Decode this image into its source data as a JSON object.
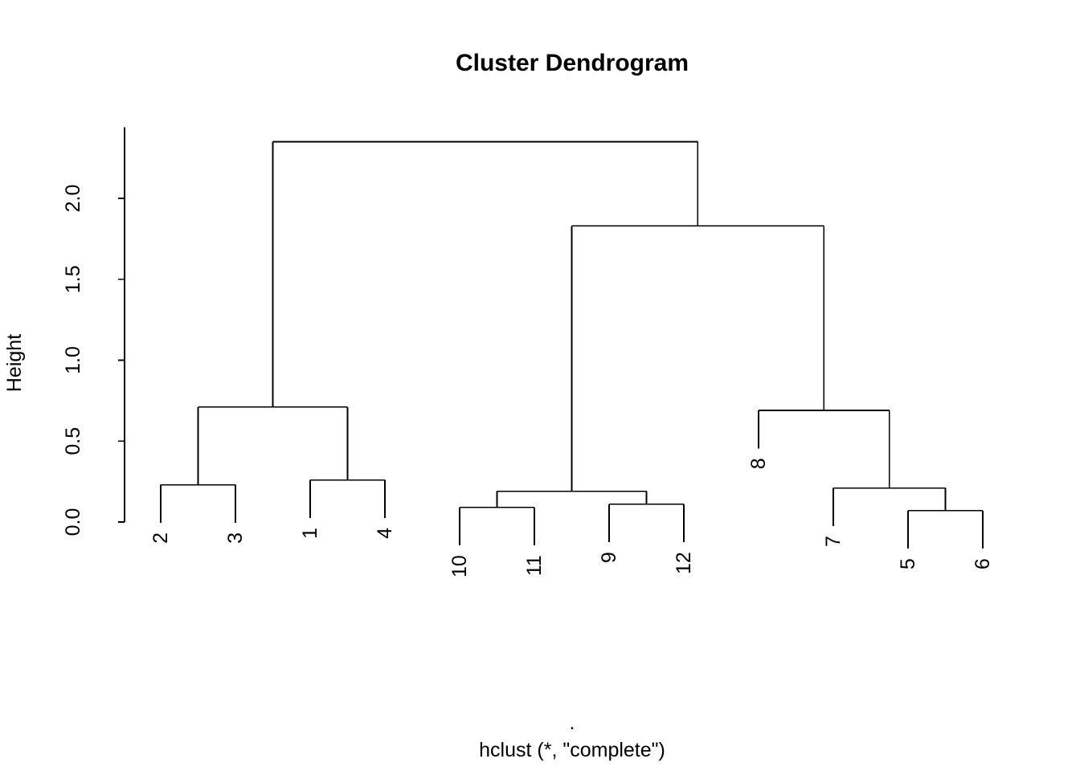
{
  "title": "Cluster Dendrogram",
  "axis": {
    "ylabel": "Height",
    "ytick_labels": [
      "0.0",
      "0.5",
      "1.0",
      "1.5",
      "2.0"
    ]
  },
  "caption": {
    "xlab": ".",
    "sub": "hclust (*, \"complete\")"
  },
  "colors": {
    "line": "#000000",
    "text": "#000000",
    "background": "#ffffff"
  },
  "chart_data": {
    "type": "dendrogram",
    "title": "Cluster Dendrogram",
    "ylabel": "Height",
    "xlabel": ".",
    "subtitle": "hclust (*, \"complete\")",
    "linkage_method": "complete",
    "ylim": [
      0,
      2.44
    ],
    "yticks": [
      0.0,
      0.5,
      1.0,
      1.5,
      2.0
    ],
    "hang": 0.1,
    "leaf_order": [
      "2",
      "3",
      "1",
      "4",
      "10",
      "11",
      "9",
      "12",
      "8",
      "7",
      "5",
      "6"
    ],
    "tree": {
      "height": 2.35,
      "children": [
        {
          "height": 0.71,
          "children": [
            {
              "height": 0.23,
              "children": [
                {
                  "leaf": "2"
                },
                {
                  "leaf": "3"
                }
              ]
            },
            {
              "height": 0.26,
              "children": [
                {
                  "leaf": "1"
                },
                {
                  "leaf": "4"
                }
              ]
            }
          ]
        },
        {
          "height": 1.83,
          "children": [
            {
              "height": 0.19,
              "children": [
                {
                  "height": 0.09,
                  "children": [
                    {
                      "leaf": "10"
                    },
                    {
                      "leaf": "11"
                    }
                  ]
                },
                {
                  "height": 0.11,
                  "children": [
                    {
                      "leaf": "9"
                    },
                    {
                      "leaf": "12"
                    }
                  ]
                }
              ]
            },
            {
              "height": 0.69,
              "children": [
                {
                  "leaf": "8"
                },
                {
                  "height": 0.21,
                  "children": [
                    {
                      "leaf": "7"
                    },
                    {
                      "height": 0.07,
                      "children": [
                        {
                          "leaf": "5"
                        },
                        {
                          "leaf": "6"
                        }
                      ]
                    }
                  ]
                }
              ]
            }
          ]
        }
      ]
    }
  }
}
